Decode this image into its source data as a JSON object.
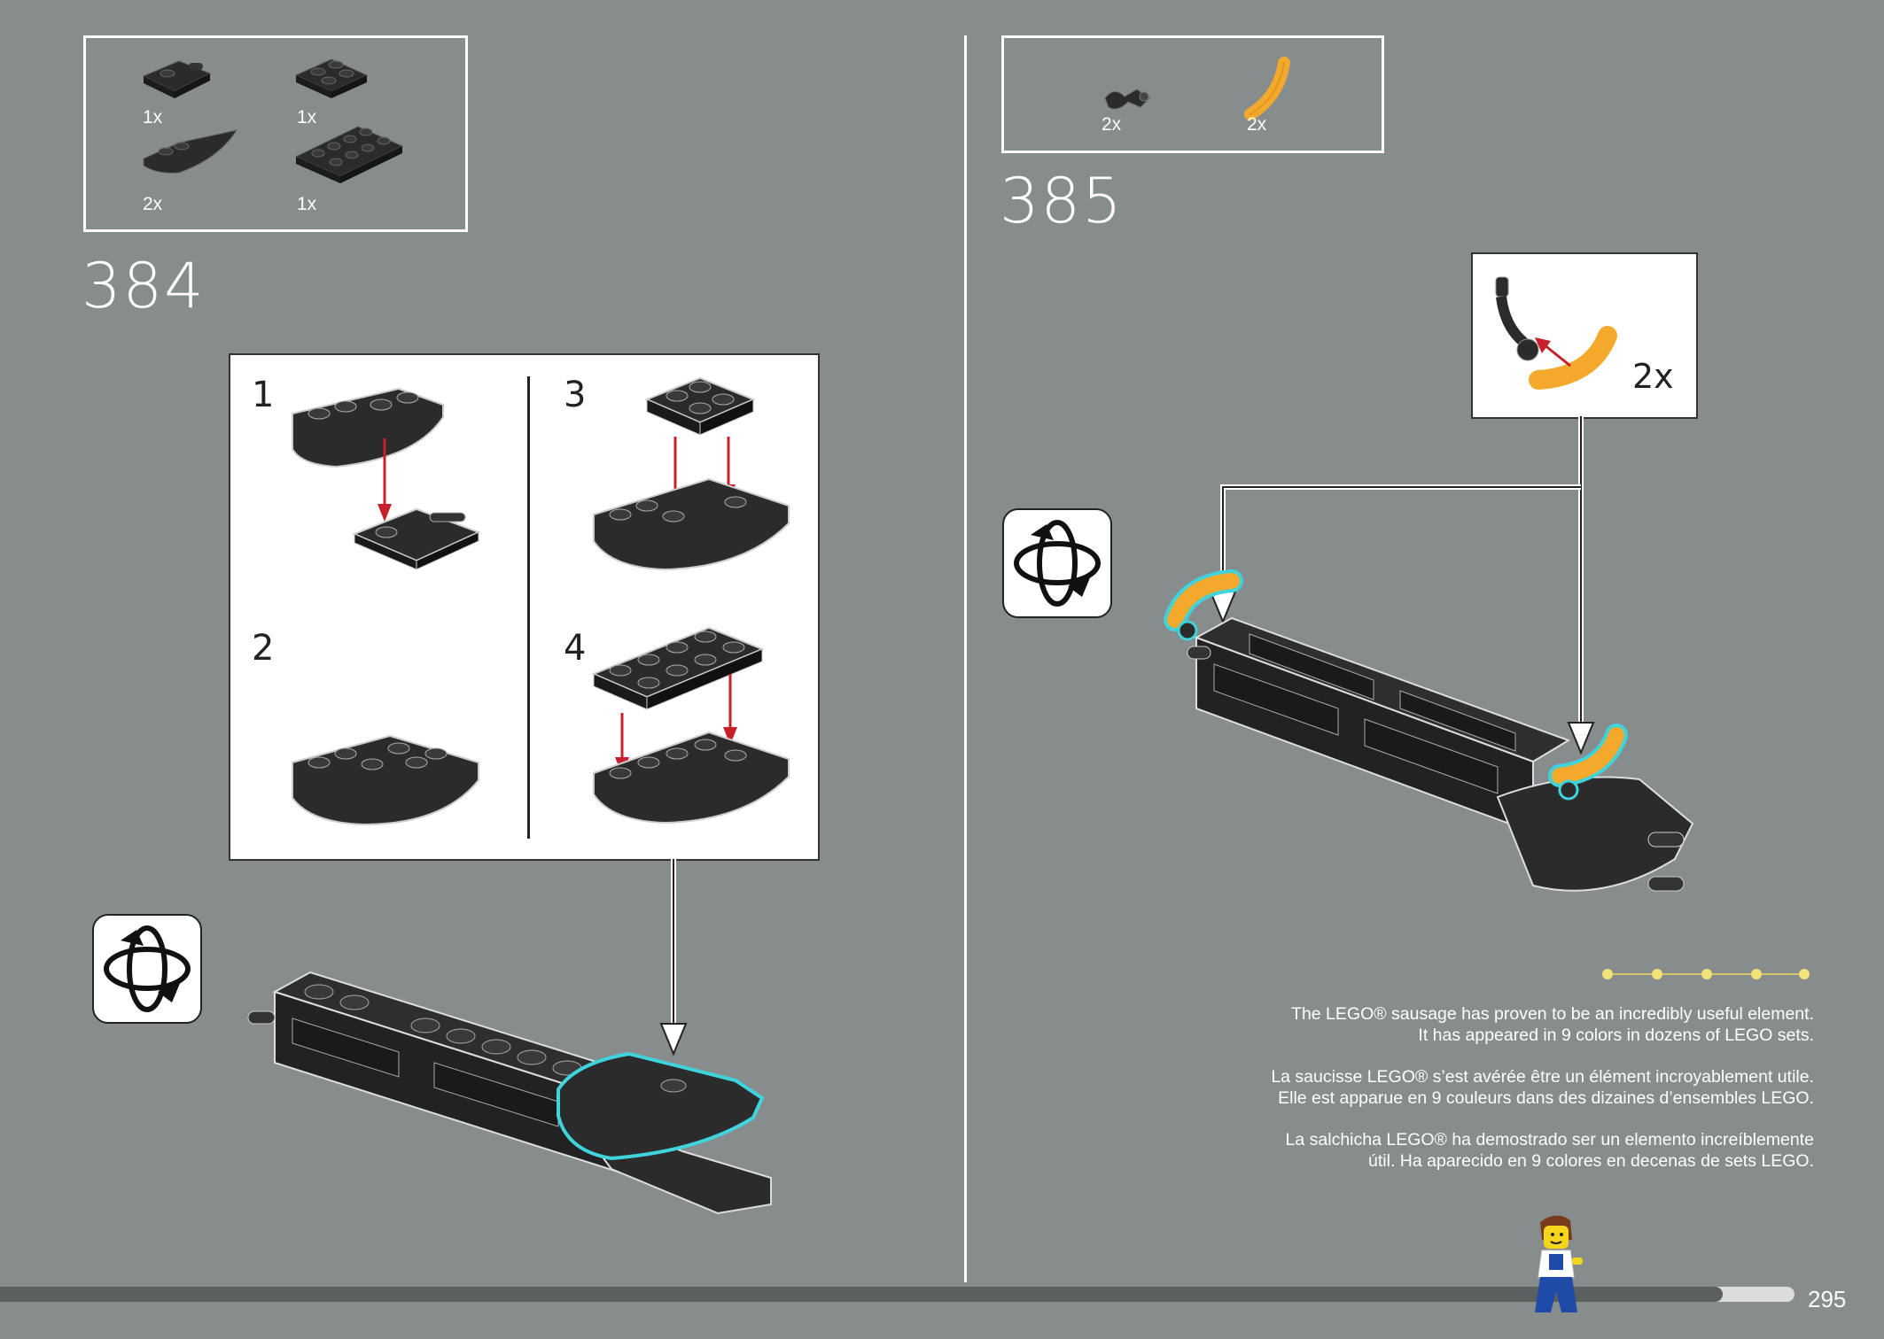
{
  "colors": {
    "background": "#878c8d",
    "brick": "#2b2b2b",
    "highlight": "#3fd3dc",
    "sausage": "#f4a92c",
    "arrow_red": "#c8202a",
    "dots": "#f2e27a"
  },
  "step_384": {
    "number": "384",
    "parts": [
      {
        "qty": "1x",
        "icon": "plate-1x2-clip-icon"
      },
      {
        "qty": "1x",
        "icon": "plate-2x2-icon"
      },
      {
        "qty": "2x",
        "icon": "curved-slope-icon"
      },
      {
        "qty": "1x",
        "icon": "plate-2x4-icon"
      }
    ],
    "substeps": [
      {
        "number": "1"
      },
      {
        "number": "2"
      },
      {
        "number": "3"
      },
      {
        "number": "4"
      }
    ]
  },
  "step_385": {
    "number": "385",
    "parts": [
      {
        "qty": "2x",
        "icon": "robot-arm-icon"
      },
      {
        "qty": "2x",
        "icon": "sausage-icon"
      }
    ],
    "callout": {
      "qty": "2x"
    }
  },
  "fact": {
    "en_line1": "The LEGO® sausage has proven to be an incredibly useful element.",
    "en_line2": "It has appeared in 9 colors in dozens of LEGO sets.",
    "fr_line1": "La saucisse LEGO® s’est avérée être un élément incroyablement utile.",
    "fr_line2": "Elle est apparue en 9 couleurs dans des dizaines d’ensembles LEGO.",
    "es_line1": "La salchicha LEGO® ha demostrado ser un elemento increíblemente",
    "es_line2": "útil. Ha aparecido en 9 colores en decenas de sets LEGO."
  },
  "page_number": "295",
  "progress": 0.96
}
